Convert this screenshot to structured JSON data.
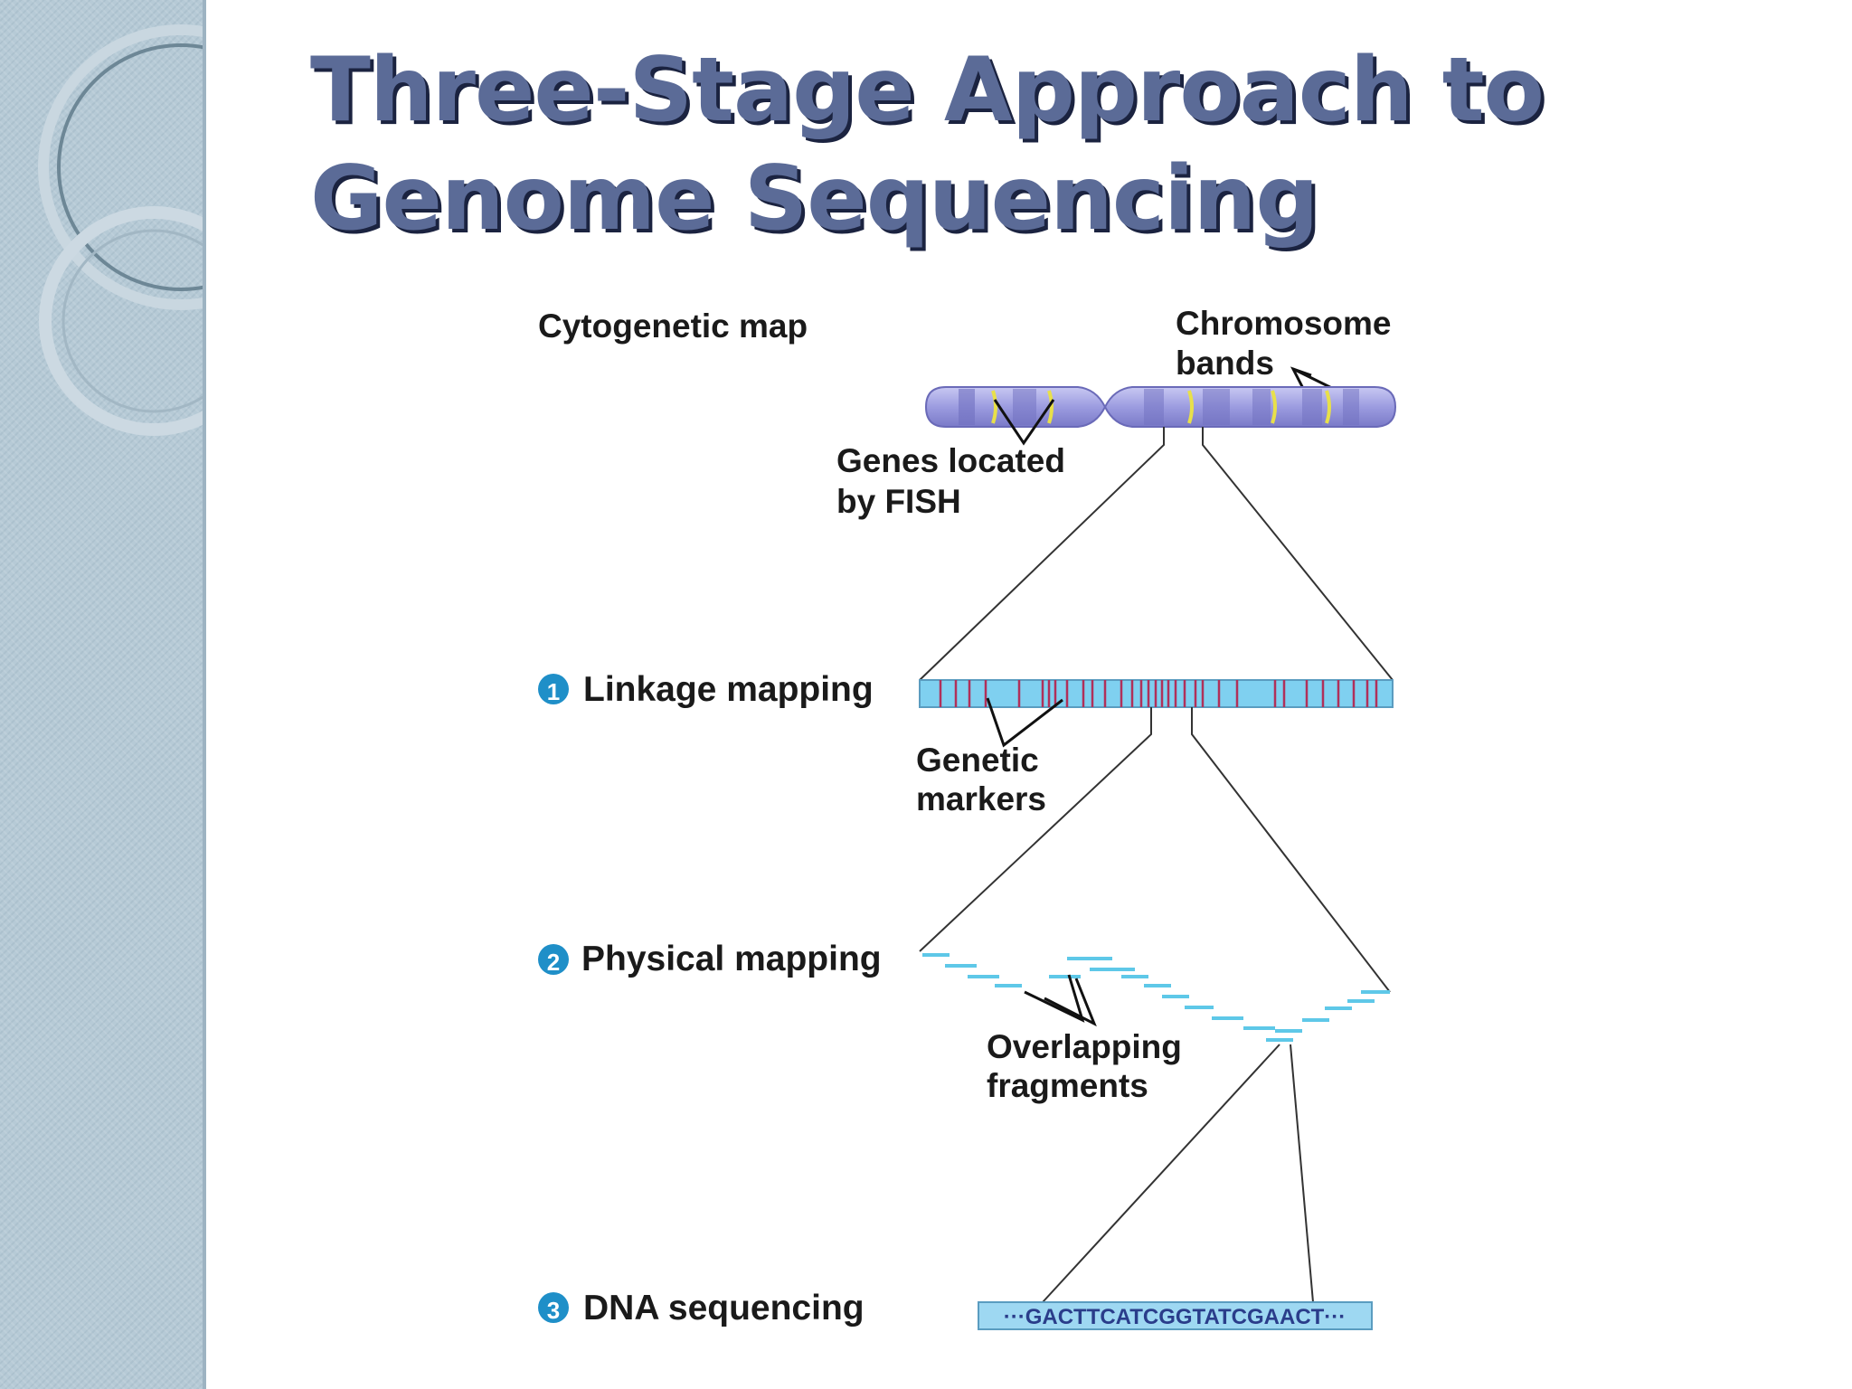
{
  "slide": {
    "title_line1": "Three-Stage Approach to",
    "title_line2": "Genome Sequencing"
  },
  "diagram": {
    "cytogenetic_map": "Cytogenetic map",
    "chromosome_bands": [
      "Chromosome",
      "bands"
    ],
    "genes_located": [
      "Genes located",
      "by FISH"
    ],
    "linkage": {
      "step": "1",
      "label": "Linkage mapping"
    },
    "genetic_markers": [
      "Genetic",
      "markers"
    ],
    "physical": {
      "step": "2",
      "label": "Physical mapping"
    },
    "overlapping_fragments": [
      "Overlapping",
      "fragments"
    ],
    "sequencing": {
      "step": "3",
      "label": "DNA sequencing"
    },
    "sequence": "···GACTTCATCGGTATCGAACT···"
  },
  "colors": {
    "title": "#5b6b97",
    "title_shadow": "#1b2340",
    "chromosome": "#9c9ce0",
    "fish_signal": "#e8e04a",
    "linkage_bar": "#7fd0f0",
    "marker": "#b0305a",
    "fragment": "#5ec8e8",
    "step_badge": "#1f8fc8",
    "sidebar": "#b6cad6"
  }
}
